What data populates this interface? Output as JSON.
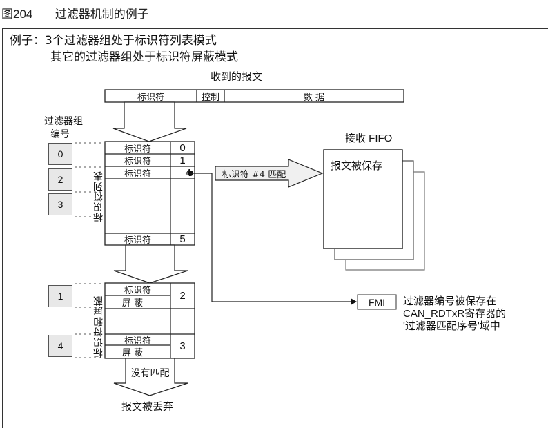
{
  "figure": {
    "label": "图204",
    "title": "过滤器机制的例子"
  },
  "example": {
    "line1_prefix": "例子：",
    "line1": "3个过滤器组处于标识符列表模式",
    "line2": "其它的过滤器组处于标识符屏蔽模式"
  },
  "received_message": {
    "title": "收到的报文",
    "fields": [
      "标识符",
      "控制",
      "数 据"
    ]
  },
  "filter_groups": {
    "header_line1": "过滤器组",
    "header_line2": "编号",
    "list_mode_groups": [
      "0",
      "2",
      "3"
    ],
    "mask_mode_groups": [
      "1",
      "4"
    ]
  },
  "list_table": {
    "side_label": "标识符列表",
    "rows": [
      {
        "label": "标识符",
        "index": "0"
      },
      {
        "label": "标识符",
        "index": "1"
      },
      {
        "label": "标识符",
        "index": "4"
      },
      {
        "label": "标识符",
        "index": "5"
      }
    ]
  },
  "mask_table": {
    "side_label": "标识符和屏蔽",
    "entries": [
      {
        "id_label": "标识符",
        "mask_label": "屏 蔽",
        "index": "2"
      },
      {
        "id_label": "标识符",
        "mask_label": "屏 蔽",
        "index": "3"
      }
    ]
  },
  "match_arrow": {
    "label": "标识符 #4 匹配"
  },
  "fifo": {
    "title": "接收  FIFO",
    "content": "报文被保存"
  },
  "fmi": {
    "label": "FMI",
    "desc_line1": "过滤器编号被保存在",
    "desc_line2": "CAN_RDTxR寄存器的",
    "desc_line3": "'过滤器匹配序号'域中"
  },
  "no_match": {
    "arrow_label": "没有匹配",
    "result": "报文被丢弃"
  }
}
